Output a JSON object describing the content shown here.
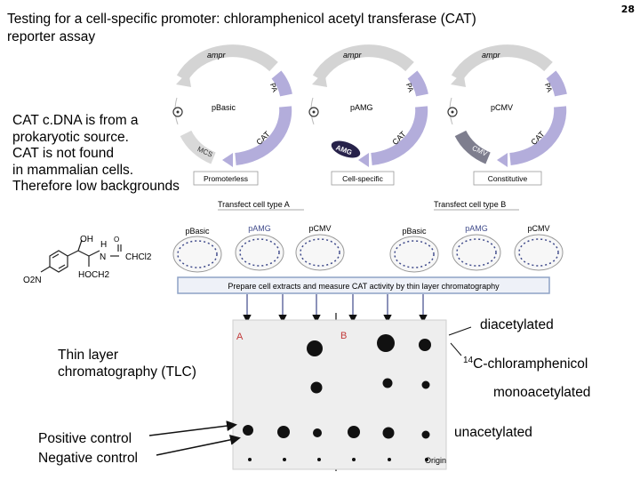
{
  "page_number": "28",
  "title_line1": "Testing for a cell-specific promoter: chloramphenicol acetyl transferase (CAT)",
  "title_line2": "reporter assay",
  "note": {
    "line1": "CAT c.DNA is from a",
    "line2": "prokaryotic source.",
    "line3": "CAT is not found",
    "line4": "in mammalian cells.",
    "line5": "Therefore low backgrounds"
  },
  "plasmids": [
    {
      "name": "pBasic",
      "promoter": "MCS",
      "caption": "Promoterless"
    },
    {
      "name": "pAMG",
      "promoter": "AMG",
      "caption": "Cell-specific"
    },
    {
      "name": "pCMV",
      "promoter": "CMV",
      "caption": "Constitutive"
    }
  ],
  "plasmid_genes": {
    "amp": "ampr",
    "pa": "PA",
    "cat": "CAT"
  },
  "transfect_a": "Transfect cell type A",
  "transfect_b": "Transfect cell type B",
  "dishes_a": [
    "pBasic",
    "pAMG",
    "pCMV"
  ],
  "dishes_b": [
    "pBasic",
    "pAMG",
    "pCMV"
  ],
  "banner": "Prepare cell extracts and measure CAT activity by thin layer chromatography",
  "chemical": {
    "oh": "OH",
    "h": "H",
    "n": "N",
    "chcl2": "CHCl2",
    "hoch2": "HOCH2",
    "o2n": "O2N"
  },
  "tlc": {
    "panel_a": "A",
    "panel_b": "B",
    "origin": "Origin",
    "label": "Thin layer\nchromatography (TLC)",
    "diacetylated": "diacetylated",
    "chloramphenicol_sup": "14",
    "chloramphenicol": "C-chloramphenicol",
    "monoacetylated": "monoacetylated",
    "unacetylated": "unacetylated",
    "positive_control": "Positive control",
    "negative_control": "Negative control"
  },
  "colors": {
    "arrow_gray": "#d4d4d4",
    "cat_purple": "#b3addb",
    "promoter_dark": "#27224a",
    "banner_blue": "#8ea2c6",
    "dish_blue": "#3f4a8a"
  }
}
